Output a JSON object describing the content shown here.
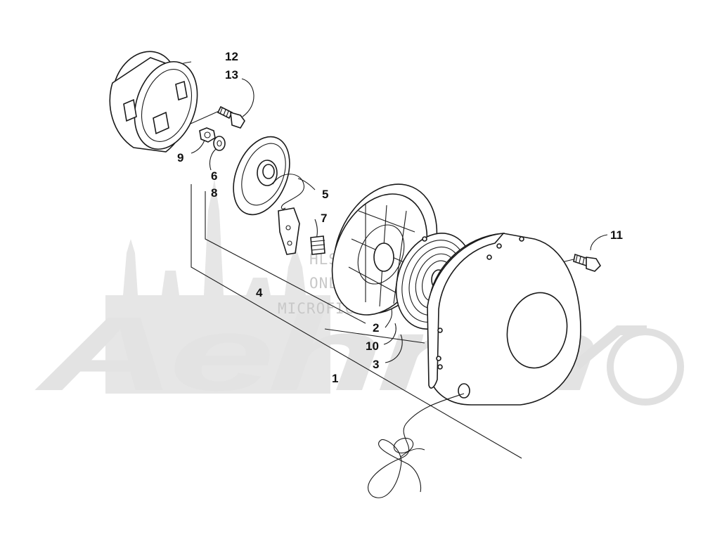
{
  "watermark": {
    "brand": "Aehnn",
    "lines": [
      "HLSM'S",
      "ONLINE",
      "MICROFICHE"
    ],
    "color": "#d0d0d0"
  },
  "callouts": {
    "c1": "1",
    "c2": "2",
    "c3": "3",
    "c4": "4",
    "c5": "5",
    "c6": "6",
    "c7": "7",
    "c8": "8",
    "c9": "9",
    "c10": "10",
    "c11": "11",
    "c12": "12",
    "c13": "13"
  }
}
